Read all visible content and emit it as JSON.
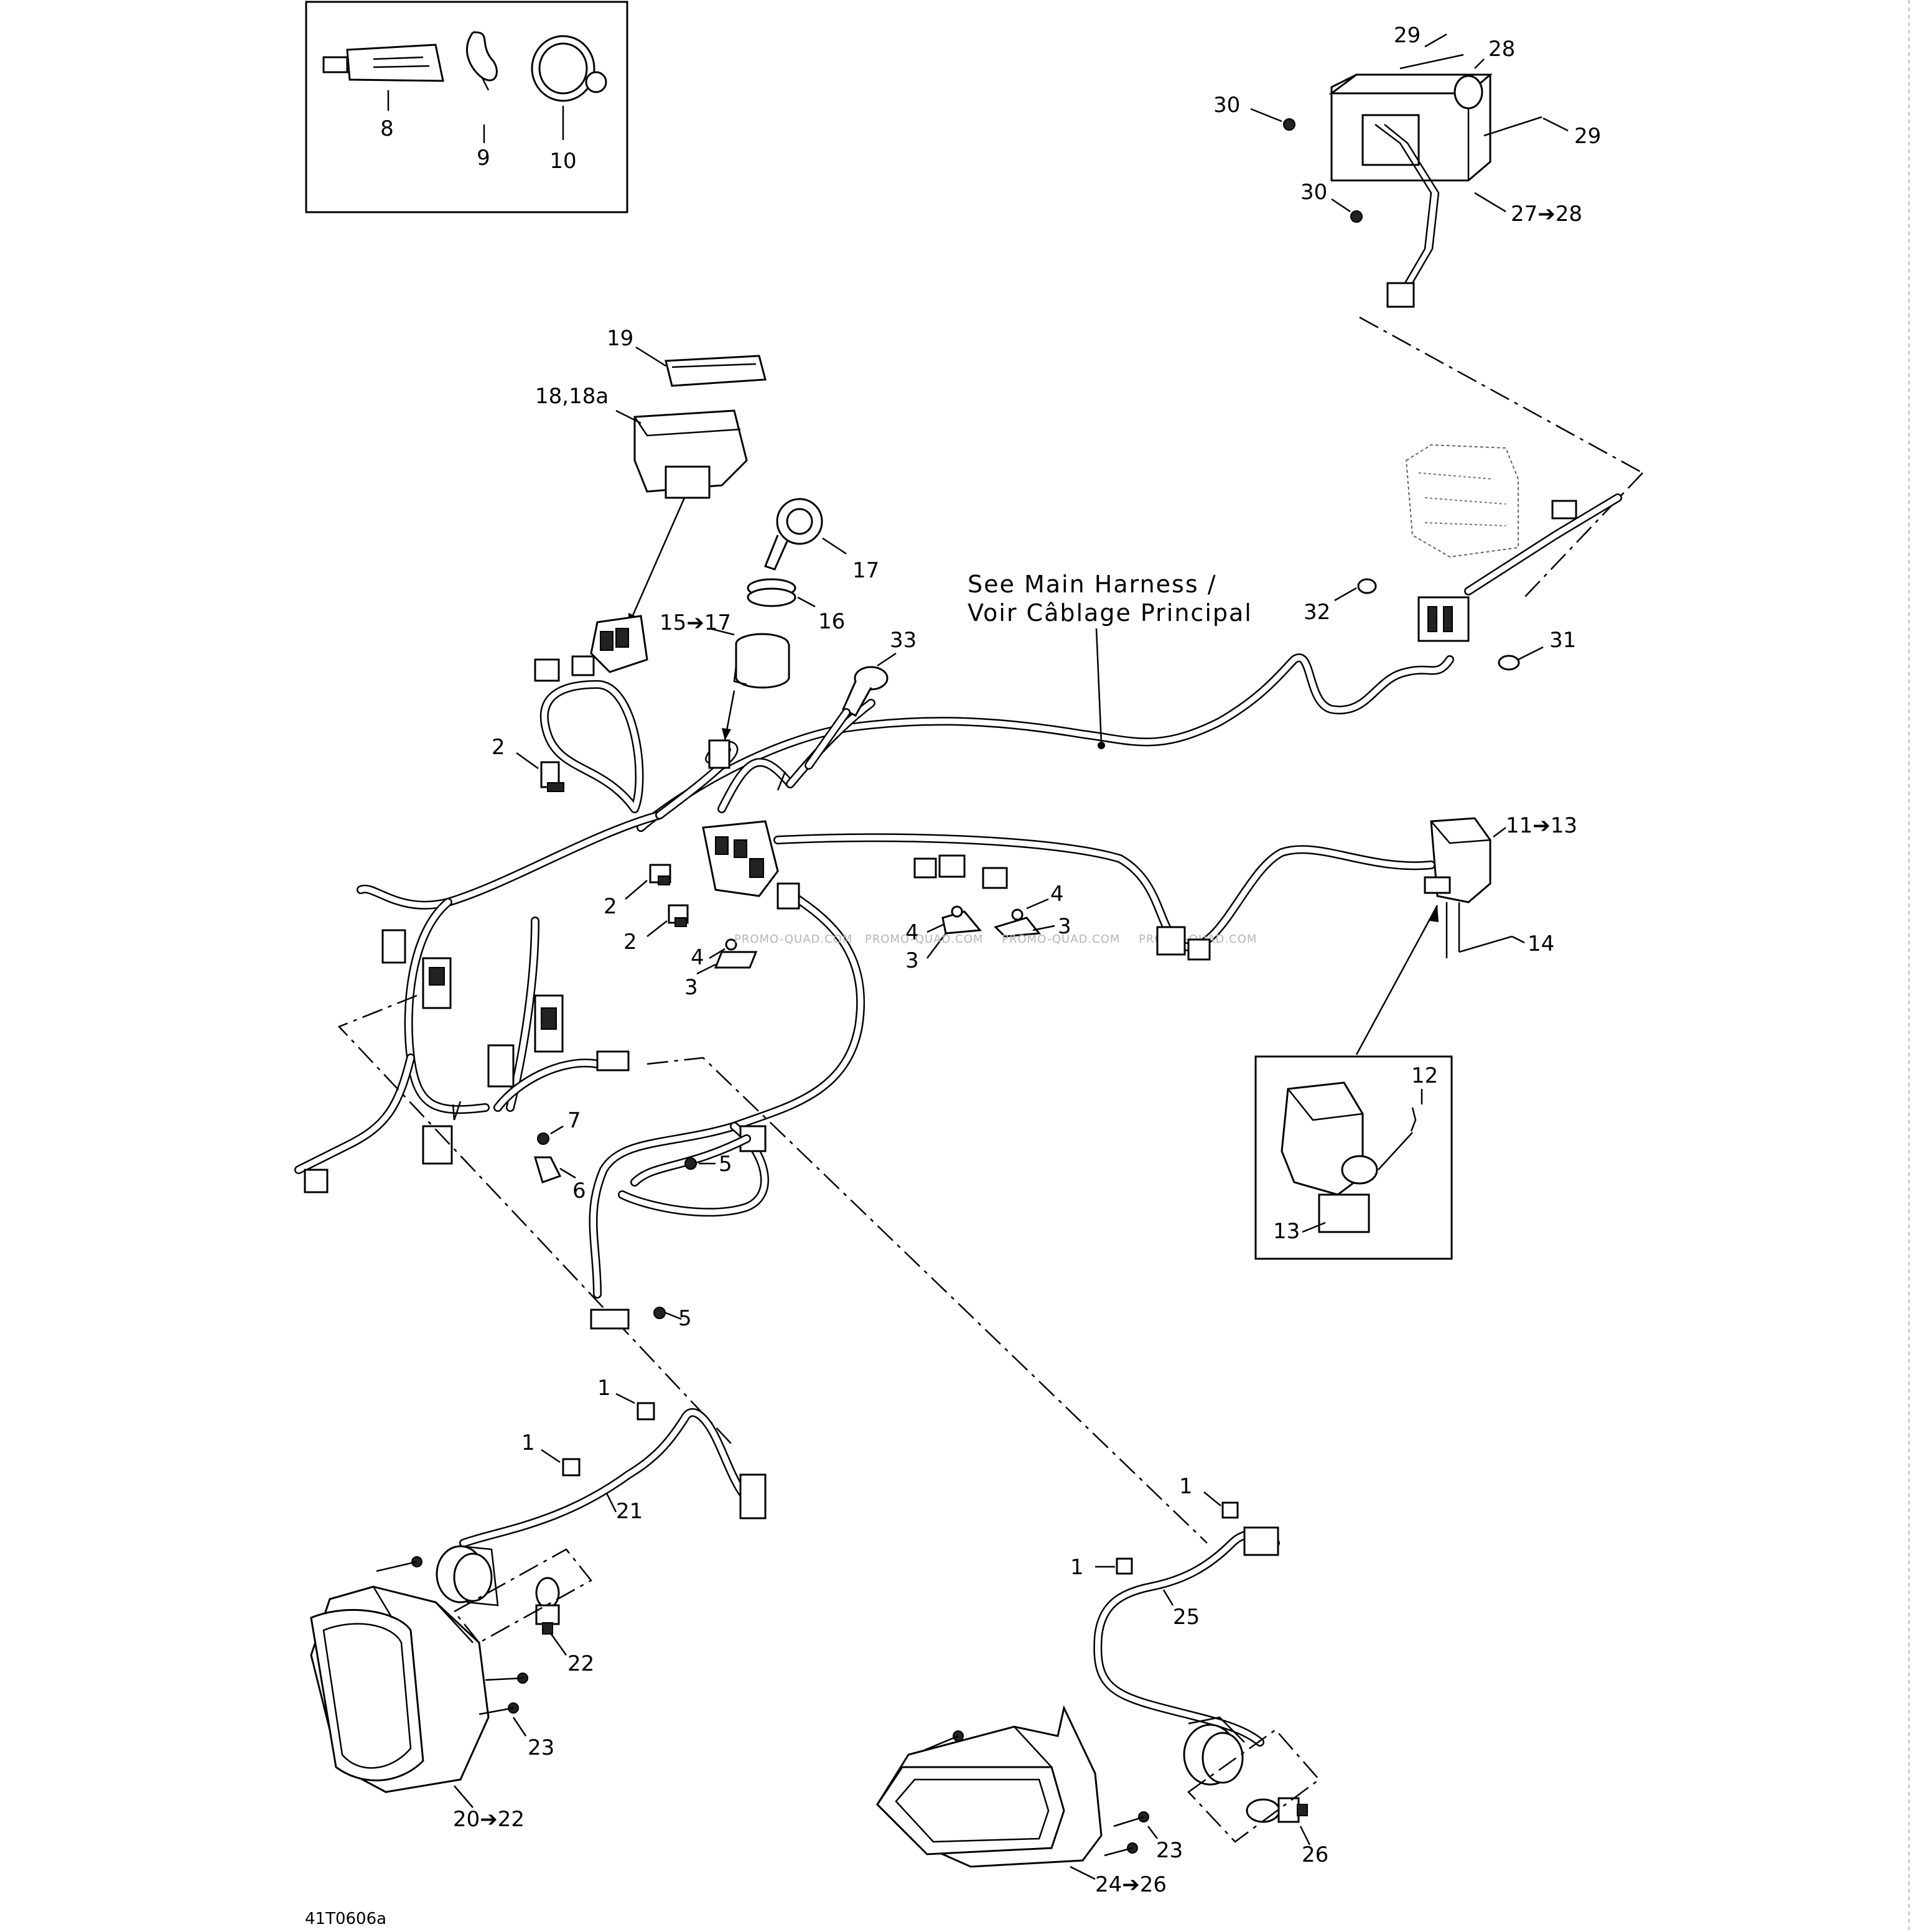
{
  "drawing_code": "41T0606a",
  "note_line1": "See Main Harness /",
  "note_line2": "Voir Câblage Principal",
  "watermark": "PROMO-QUAD.COM",
  "callouts": {
    "c1": "1",
    "c2": "2",
    "c3": "3",
    "c4": "4",
    "c5": "5",
    "c6": "6",
    "c7": "7",
    "c8": "8",
    "c9": "9",
    "c10": "10",
    "c11_13": "11➔13",
    "c12": "12",
    "c13": "13",
    "c14": "14",
    "c15_17": "15➔17",
    "c16": "16",
    "c17": "17",
    "c18": "18,18a",
    "c19": "19",
    "c20_22": "20➔22",
    "c21": "21",
    "c22": "22",
    "c23": "23",
    "c24_26": "24➔26",
    "c25": "25",
    "c26": "26",
    "c27_28": "27➔28",
    "c28": "28",
    "c29": "29",
    "c30": "30",
    "c31": "31",
    "c32": "32",
    "c33": "33"
  }
}
